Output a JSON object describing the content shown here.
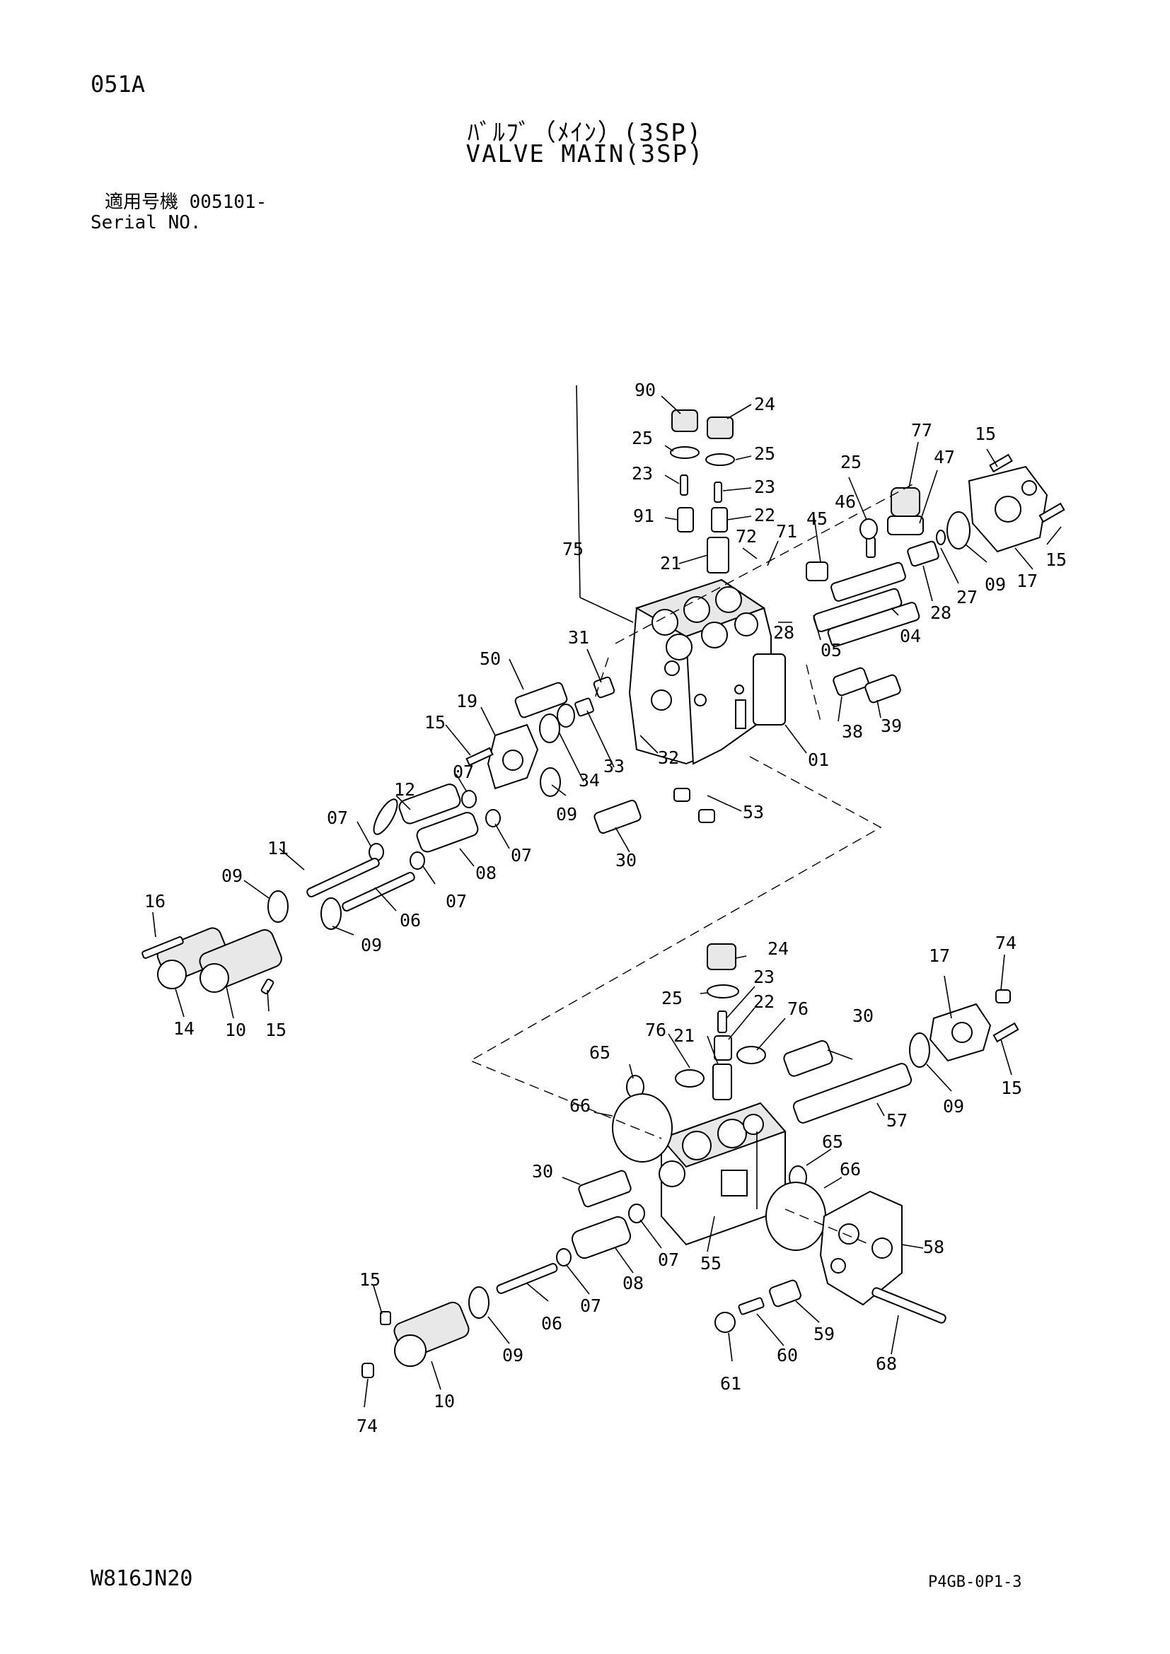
{
  "header": {
    "page_code": "051A",
    "title_jp": "ﾊﾞﾙﾌﾞ（ﾒｲﾝ）(3SP)",
    "title_en": "VALVE MAIN(3SP)",
    "serial_jp": "適用号機 005101-",
    "serial_en": "Serial NO."
  },
  "footer": {
    "left": "W816JN20",
    "right": "P4GB-0P1-3"
  },
  "callouts": {
    "c90": "90",
    "c24a": "24",
    "c25a": "25",
    "c25b": "25",
    "c23a": "23",
    "c23b": "23",
    "c91": "91",
    "c22a": "22",
    "c77": "77",
    "c15a": "15",
    "c25c": "25",
    "c47": "47",
    "c46": "46",
    "c45": "45",
    "c72": "72",
    "c71": "71",
    "c21a": "21",
    "c75": "75",
    "c17a": "17",
    "c15b": "15",
    "c09a": "09",
    "c27": "27",
    "c28a": "28",
    "c28b": "28",
    "c04": "04",
    "c05": "05",
    "c31": "31",
    "c50": "50",
    "c38": "38",
    "c39": "39",
    "c01": "01",
    "c19": "19",
    "c15c": "15",
    "c32": "32",
    "c33": "33",
    "c34": "34",
    "c09b": "09",
    "c53": "53",
    "c30a": "30",
    "c07a": "07",
    "c12": "12",
    "c07b": "07",
    "c07c": "07",
    "c08a": "08",
    "c07d": "07",
    "c11": "11",
    "c09c": "09",
    "c06a": "06",
    "c09d": "09",
    "c16": "16",
    "c14": "14",
    "c10a": "10",
    "c15d": "15",
    "c24b": "24",
    "c23c": "23",
    "c25d": "25",
    "c22b": "22",
    "c76a": "76",
    "c76b": "76",
    "c21b": "21",
    "c65a": "65",
    "c30b": "30",
    "c17b": "17",
    "c74a": "74",
    "c15e": "15",
    "c09e": "09",
    "c66a": "66",
    "c57": "57",
    "c30c": "30",
    "c65b": "65",
    "c66b": "66",
    "c07e": "07",
    "c55": "55",
    "c58": "58",
    "c08b": "08",
    "c15f": "15",
    "c06b": "06",
    "c07f": "07",
    "c59": "59",
    "c09f": "09",
    "c60": "60",
    "c10b": "10",
    "c61": "61",
    "c68": "68",
    "c74b": "74"
  }
}
